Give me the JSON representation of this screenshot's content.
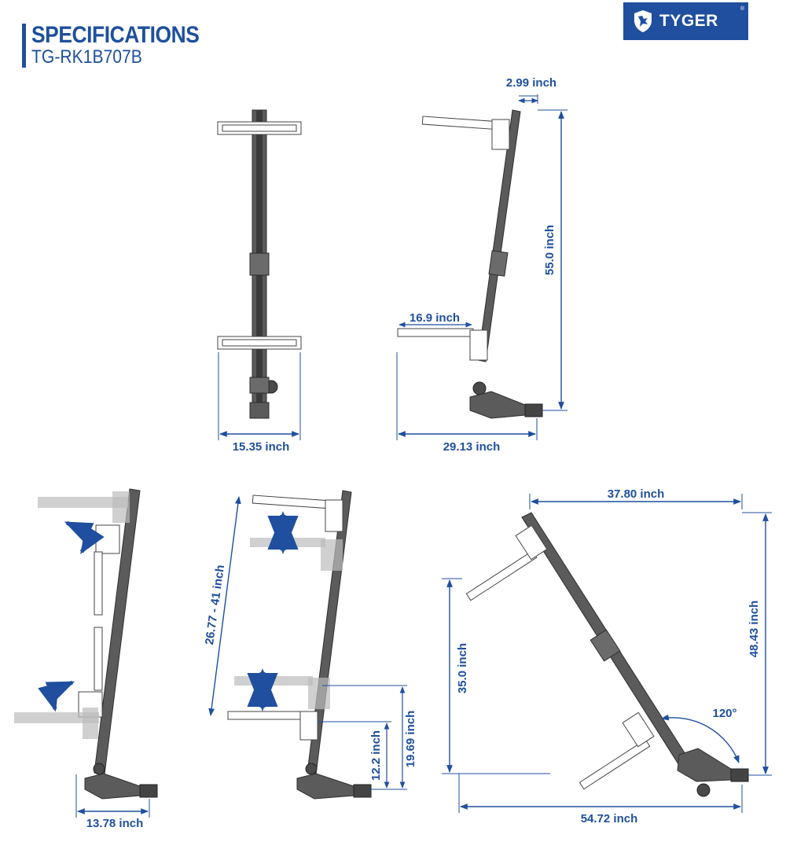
{
  "header": {
    "title": "SPECIFICATIONS",
    "model": "TG-RK1B707B"
  },
  "brand": {
    "name": "TYGER",
    "registered": "®",
    "color": "#1f4f9e"
  },
  "colors": {
    "accent": "#1f4f9e",
    "rack": "#5b5b5b",
    "rack_dark": "#2e2e2e",
    "crossbar": "#ffffff"
  },
  "icons": [
    "tyger-logo-icon",
    "adjust-arrow-icon"
  ],
  "dimensions": {
    "front_width": "15.35 inch",
    "side_top_offset": "2.99 inch",
    "side_height": "55.0 inch",
    "side_crossbar": "16.9 inch",
    "side_width": "29.13 inch",
    "adjust_width": "13.78 inch",
    "adjust_range": "26.77 - 41 inch",
    "adjust_low": "12.2 inch",
    "adjust_high": "19.69 inch",
    "tilt_top": "37.80 inch",
    "tilt_height_right": "48.43 inch",
    "tilt_height_left": "35.0 inch",
    "tilt_angle": "120°",
    "tilt_width": "54.72 inch"
  }
}
